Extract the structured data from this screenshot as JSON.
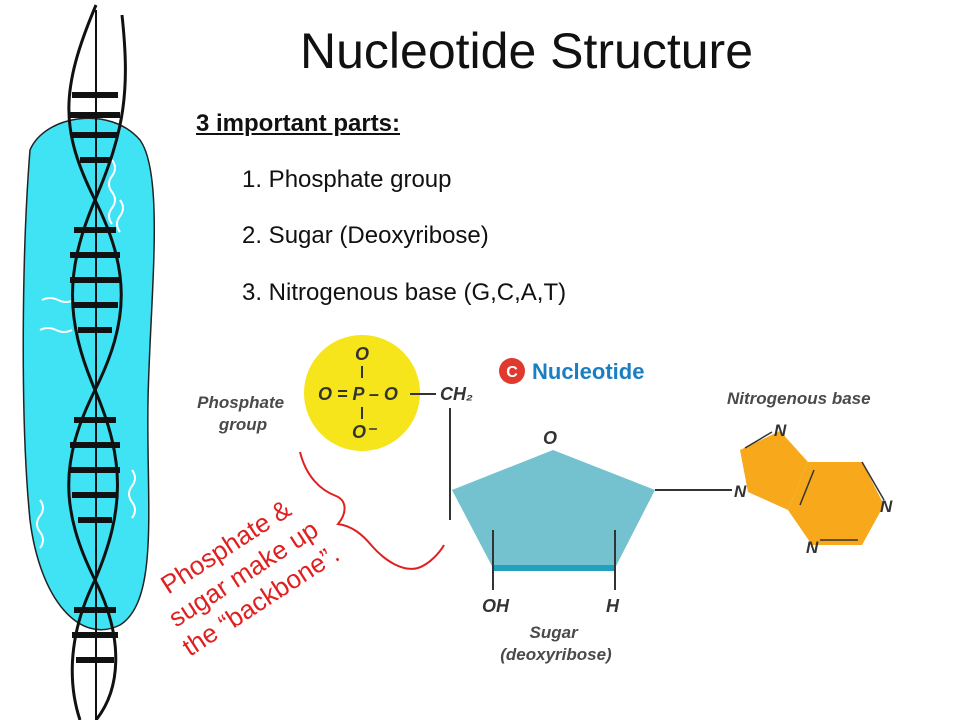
{
  "slide": {
    "title": "Nucleotide Structure",
    "subheading": "3 important parts:",
    "parts": [
      "1. Phosphate group",
      "2. Sugar (Deoxyribose)",
      "3. Nitrogenous base (G,C,A,T)"
    ]
  },
  "figure": {
    "badge_letter": "C",
    "badge_title": "Nucleotide",
    "phosphate_label": [
      "Phosphate",
      "group"
    ],
    "phosphate_formula": {
      "top_o": "O",
      "mid": "O = P – O",
      "bottom_o": "O⁻",
      "ch2": "CH₂"
    },
    "sugar_ring_o": "O",
    "sugar_oh": "OH",
    "sugar_h": "H",
    "sugar_label": [
      "Sugar",
      "(deoxyribose)"
    ],
    "base_label": "Nitrogenous base",
    "base_atoms": [
      "N",
      "N",
      "N",
      "N"
    ]
  },
  "annotation": {
    "lines": [
      "Phosphate &",
      "sugar make up",
      "the “backbone”."
    ]
  },
  "colors": {
    "phosphate_circle": "#f5e51a",
    "sugar_pentagon": "#74c1cf",
    "sugar_edge": "#22a0c0",
    "base_ring": "#f7a81b",
    "dna_blob": "#3fe3f4",
    "annotation_red": "#e02020",
    "badge_red": "#e03a2f",
    "badge_text_blue": "#1a7fc2"
  }
}
